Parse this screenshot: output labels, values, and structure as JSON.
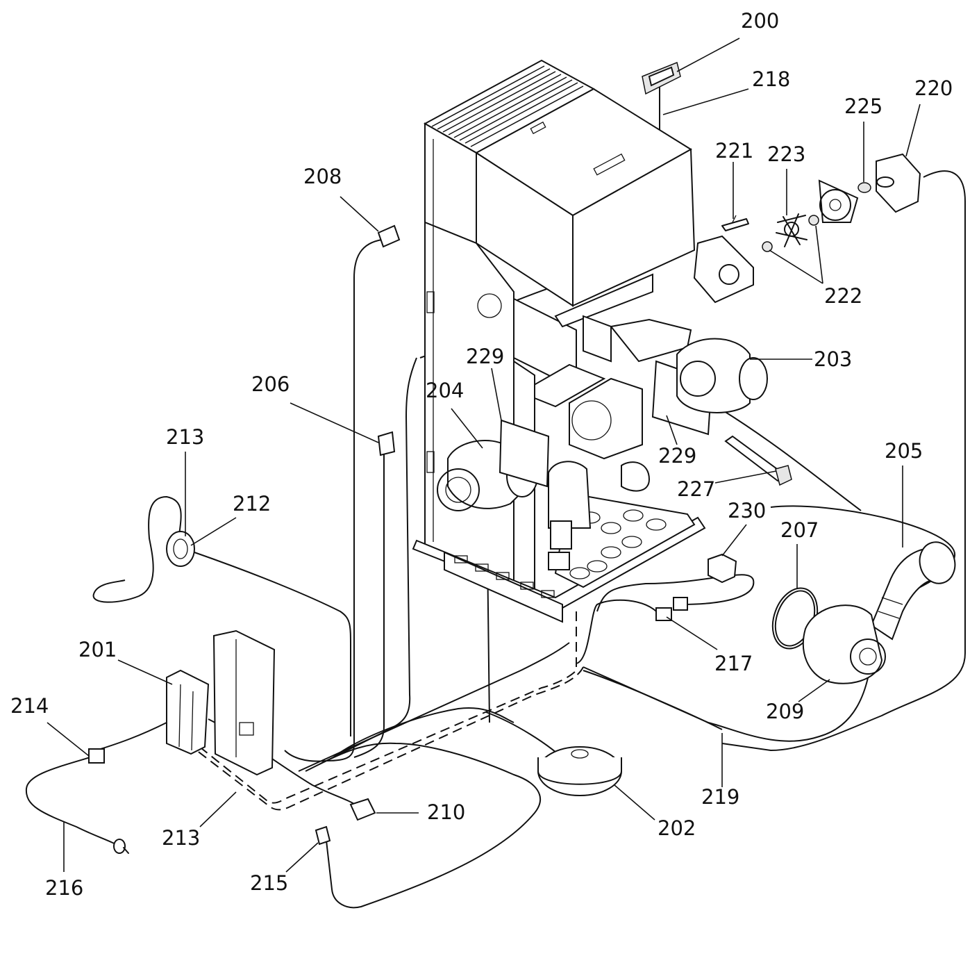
{
  "diagram": {
    "callouts": {
      "c200": "200",
      "c218": "218",
      "c220": "220",
      "c225": "225",
      "c221": "221",
      "c223": "223",
      "c208": "208",
      "c222": "222",
      "c229a": "229",
      "c203": "203",
      "c204": "204",
      "c206": "206",
      "c229b": "229",
      "c213a": "213",
      "c205": "205",
      "c212": "212",
      "c227": "227",
      "c230": "230",
      "c207": "207",
      "c201": "201",
      "c217": "217",
      "c214": "214",
      "c209": "209",
      "c219": "219",
      "c210": "210",
      "c213b": "213",
      "c202": "202",
      "c216": "216",
      "c215": "215"
    }
  }
}
